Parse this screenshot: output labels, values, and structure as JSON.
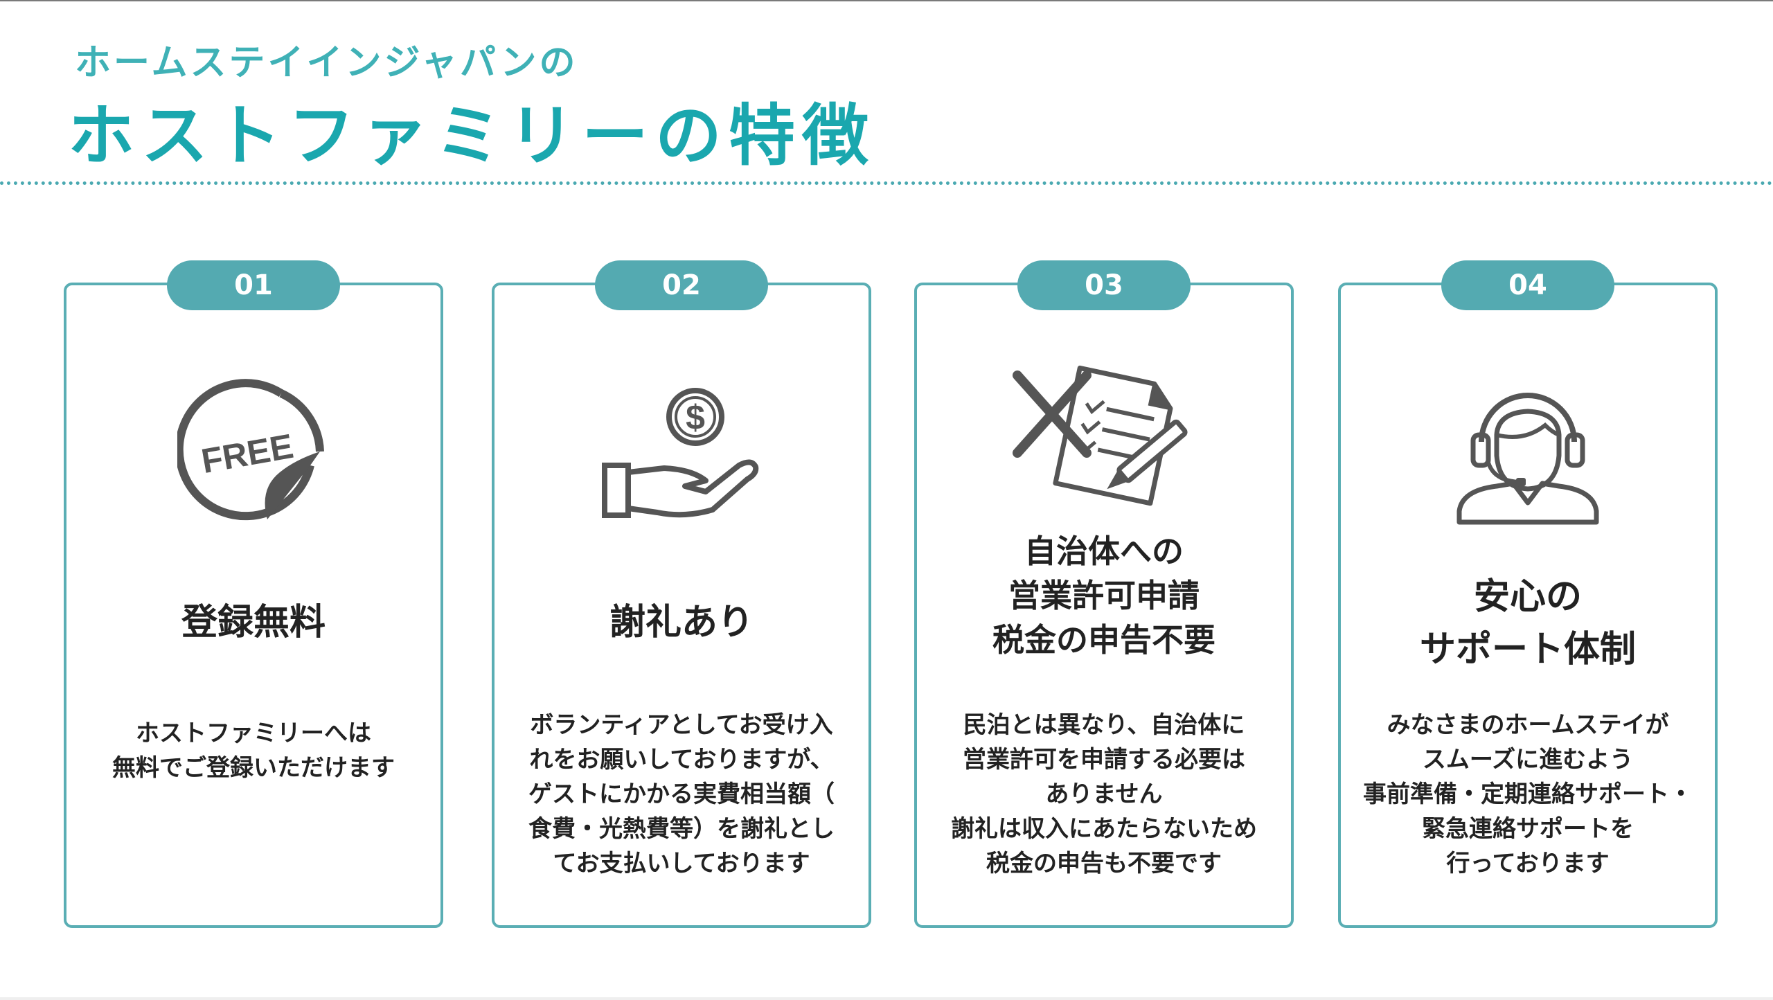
{
  "header": {
    "subtitle": "ホームステイインジャパンの",
    "title": "ホストファミリーの特徴"
  },
  "cards": [
    {
      "number": "01",
      "icon": "free-sticker-icon",
      "icon_text": "FREE",
      "heading": [
        "登録無料"
      ],
      "description": [
        "ホストファミリーへは",
        "無料でご登録いただけます"
      ]
    },
    {
      "number": "02",
      "icon": "hand-with-dollar-coin-icon",
      "icon_text": "$",
      "heading": [
        "謝礼あり"
      ],
      "description": [
        "ボランティアとしてお受け入",
        "れをお願いしておりますが、",
        "ゲストにかかる実費相当額（",
        "食費・光熱費等）を謝礼とし",
        "てお支払いしております"
      ]
    },
    {
      "number": "03",
      "icon": "crossed-out-document-icon",
      "heading": [
        "自治体への",
        "営業許可申請",
        "税金の申告不要"
      ],
      "description": [
        "民泊とは異なり、自治体に",
        "営業許可を申請する必要は",
        "ありません",
        "謝礼は収入にあたらないため",
        "税金の申告も不要です"
      ]
    },
    {
      "number": "04",
      "icon": "support-headset-icon",
      "heading": [
        "安心の",
        "サポート体制"
      ],
      "description": [
        "みなさまのホームステイが",
        "スムーズに進むよう",
        "事前準備・定期連絡サポート・",
        "緊急連絡サポートを",
        "行っております"
      ]
    }
  ],
  "colors": {
    "accent": "#1aa7ae",
    "badge": "#54aab1",
    "border": "#5aaeb4",
    "icon": "#555555"
  }
}
